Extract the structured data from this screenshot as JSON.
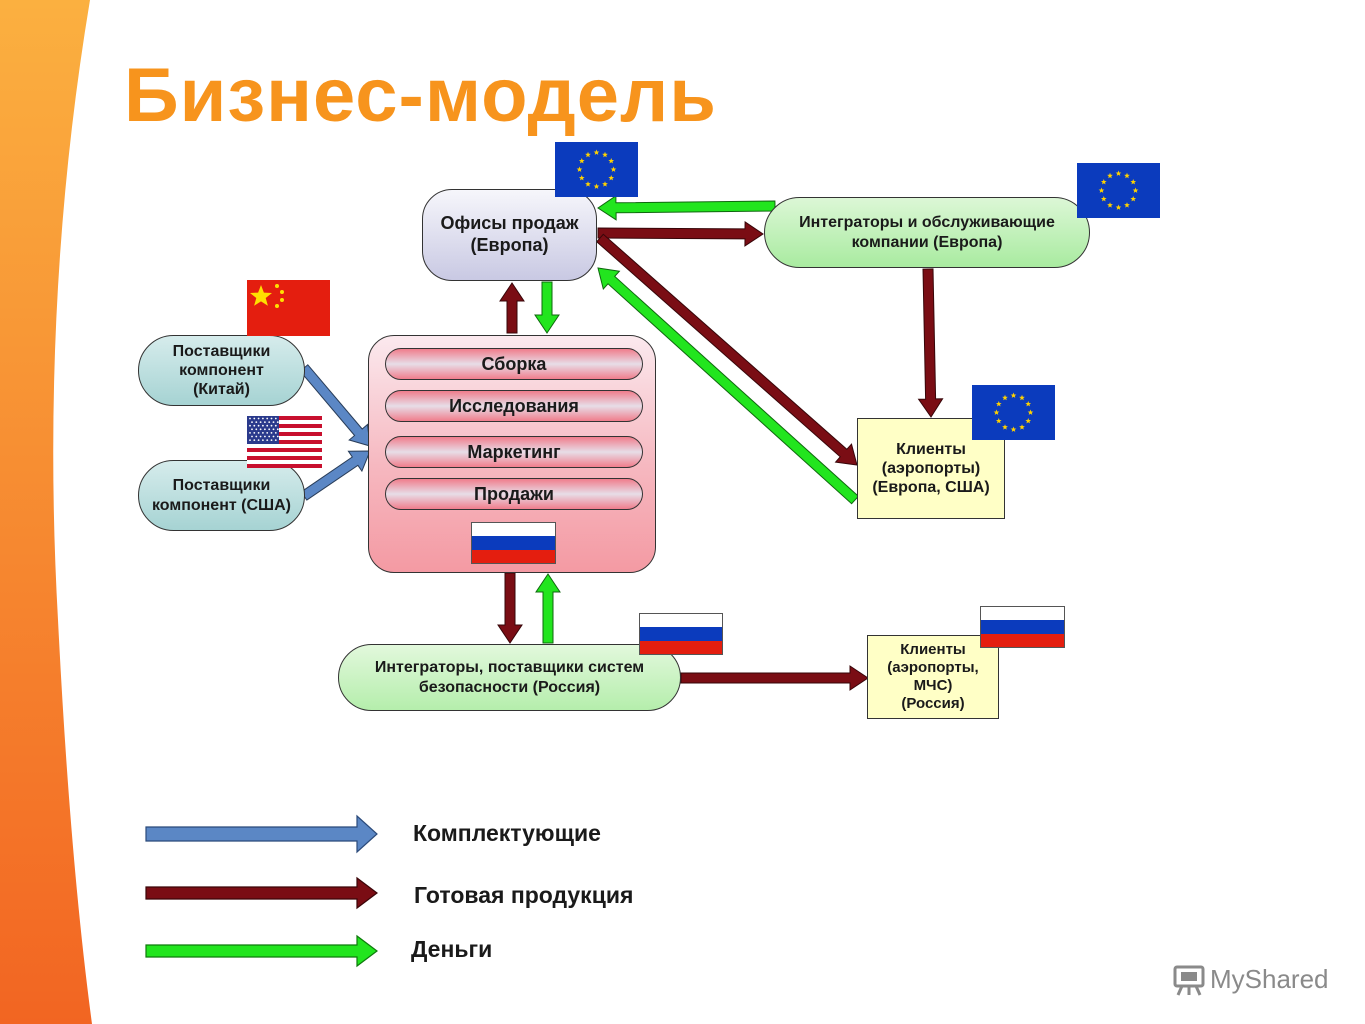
{
  "title": "Бизнес-модель",
  "colors": {
    "accent": "#f7941d",
    "components": "#5b87c5",
    "products": "#7a0d14",
    "money": "#22e51e"
  },
  "nodes": {
    "sales_offices": "Офисы продаж\n(Европа)",
    "integrators_eu": "Интеграторы и обслуживающие\nкомпании (Европа)",
    "suppliers_china": "Поставщики\nкомпонент\n(Китай)",
    "suppliers_usa": "Поставщики\nкомпонент (США)",
    "clients_eu": "Клиенты\n(аэропорты)\n(Европа, США)",
    "integrators_ru": "Интеграторы, поставщики систем\nбезопасности (Россия)",
    "clients_ru": "Клиенты\n(аэропорты,\nМЧС)\n(Россия)"
  },
  "core": {
    "functions": [
      "Сборка",
      "Исследования",
      "Маркетинг",
      "Продажи"
    ]
  },
  "flags": [
    "eu-flag",
    "eu-flag",
    "eu-flag",
    "china-flag",
    "usa-flag",
    "russia-flag",
    "russia-flag",
    "russia-flag"
  ],
  "legend": {
    "components": "Комплектующие",
    "products": "Готовая продукция",
    "money": "Деньги"
  },
  "logo": {
    "text": "MyShared",
    "icon": "logo-icon"
  }
}
